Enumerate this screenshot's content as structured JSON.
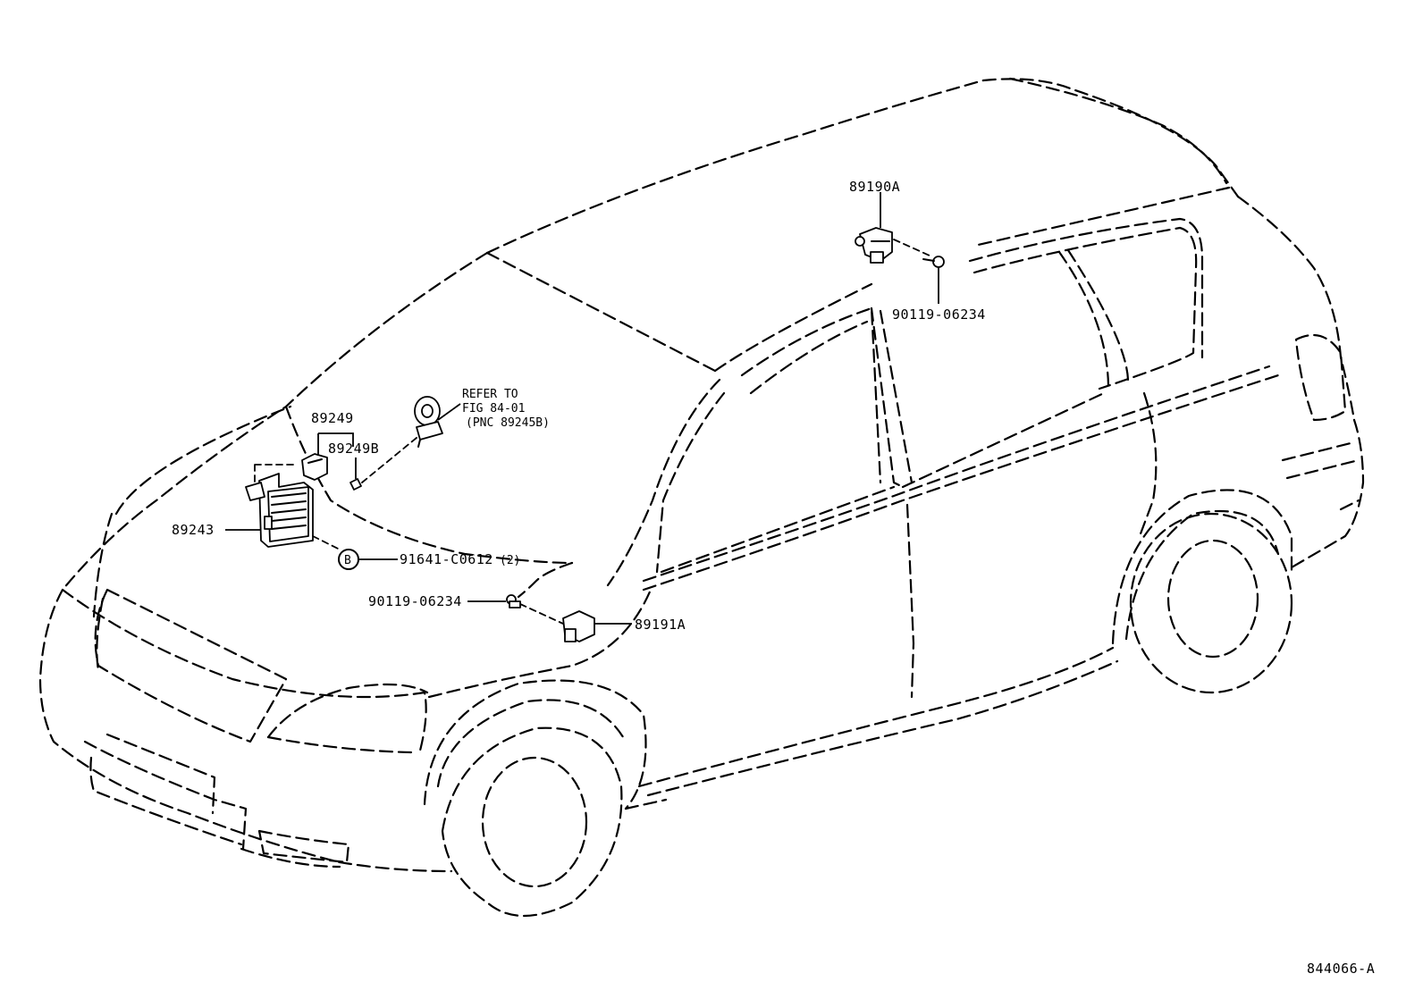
{
  "labels": {
    "p89190a": "89190A",
    "p90119_top": "90119-06234",
    "refer_line1": "REFER TO",
    "refer_line2": "FIG 84-01",
    "refer_line3": "(PNC 89245B)",
    "p89249": "89249",
    "p89249b": "89249B",
    "p89243": "89243",
    "callout_b": "B",
    "p91641": "91641-C0612",
    "p91641_qty": "(2)",
    "p90119_front": "90119-06234",
    "p89191a": "89191A",
    "figure_id": "844066-A"
  }
}
